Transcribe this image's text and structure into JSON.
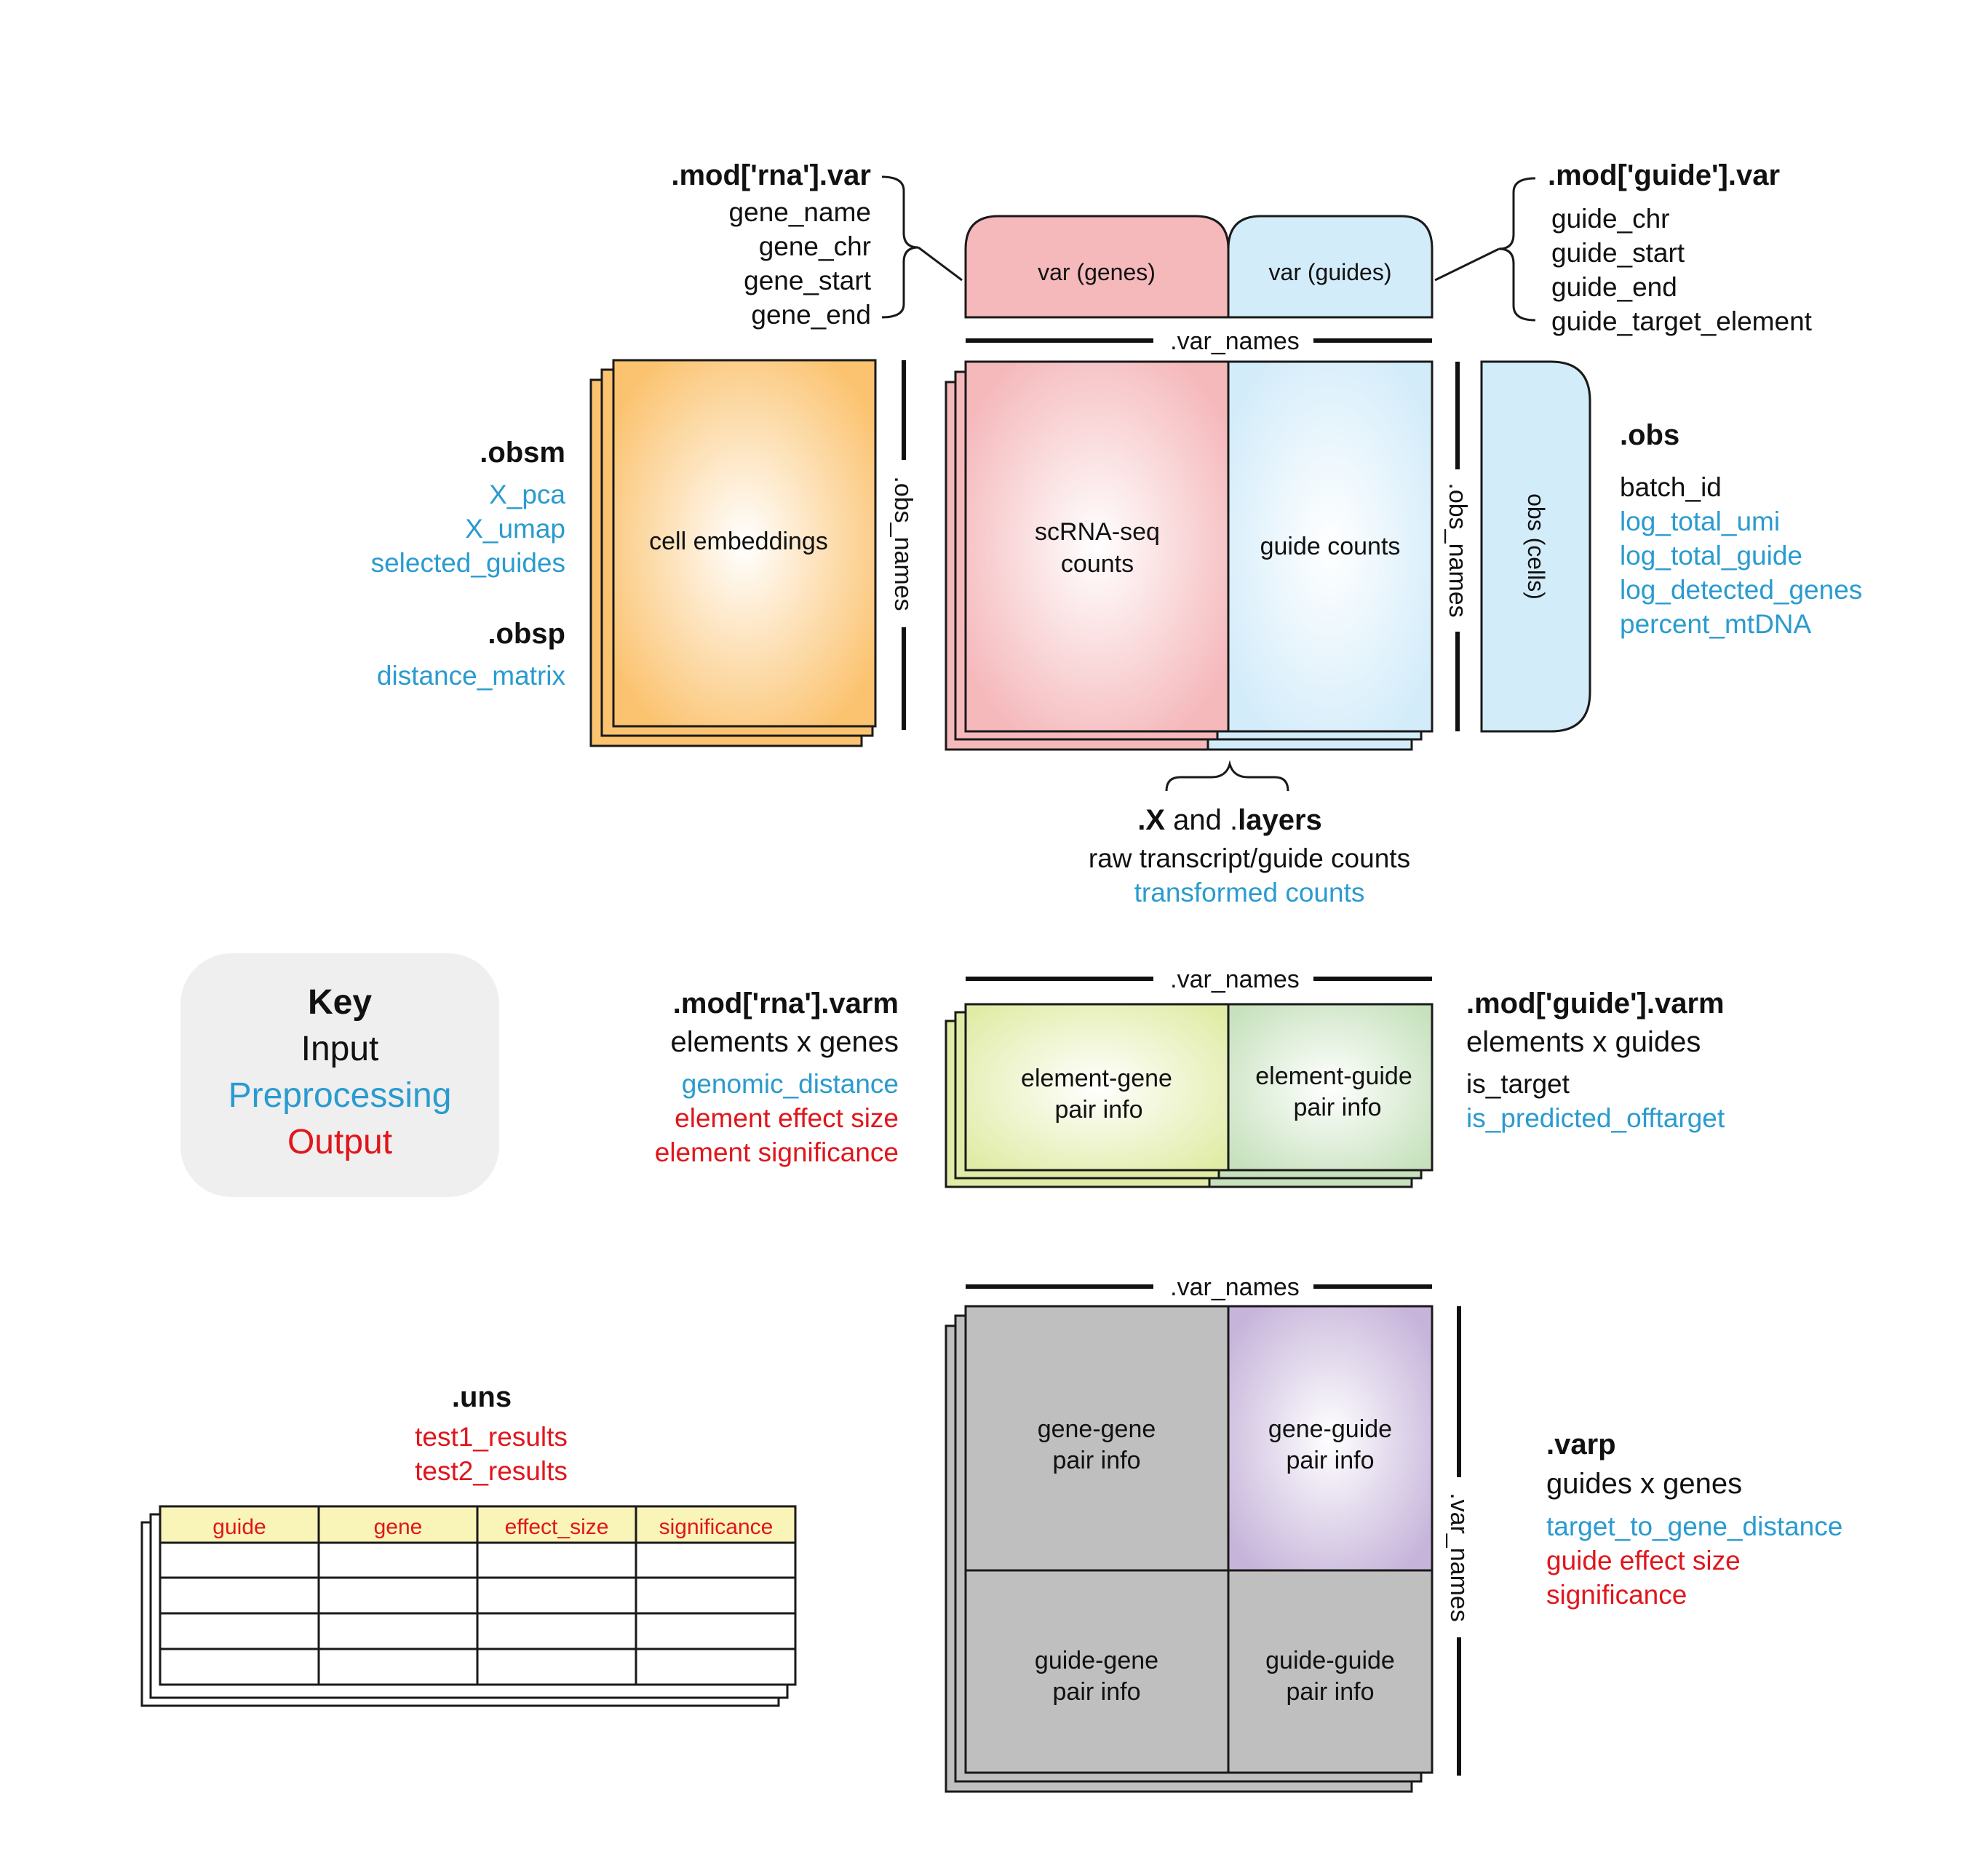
{
  "colors": {
    "input": "#111111",
    "preprocessing": "#2a9bcf",
    "output": "#e0161c",
    "rna": "#f5b8bb",
    "guide": "#d3ecfa",
    "embedding": "#fbc370",
    "element_gene": "#e0eca6",
    "element_guide": "#c6e1bc",
    "pair_gray": "#bfbfbf",
    "gene_guide_purple": "#c6b4da",
    "table_header": "#f9f4b8",
    "key_box": "#efefef"
  },
  "top": {
    "rna_var": {
      "title": ".mod['rna'].var",
      "items": [
        "gene_name",
        "gene_chr",
        "gene_start",
        "gene_end"
      ]
    },
    "guide_var": {
      "title": ".mod['guide'].var",
      "items": [
        "guide_chr",
        "guide_start",
        "guide_end",
        "guide_target_element"
      ]
    },
    "var_genes_label": "var (genes)",
    "var_guides_label": "var (guides)",
    "var_names_label": ".var_names",
    "obs_names_label": ".obs_names",
    "scrna_label_1": "scRNA-seq",
    "scrna_label_2": "counts",
    "guide_counts_label": "guide counts",
    "obs_cells_label": "obs (cells)",
    "cell_embeddings_label": "cell embeddings",
    "obsm": {
      "title": ".obsm",
      "items": [
        "X_pca",
        "X_umap",
        "selected_guides"
      ]
    },
    "obsp": {
      "title": ".obsp",
      "items": [
        "distance_matrix"
      ]
    },
    "obs": {
      "title": ".obs",
      "input_items": [
        "batch_id"
      ],
      "preprocessing_items": [
        "log_total_umi",
        "log_total_guide",
        "log_detected_genes",
        "percent_mtDNA"
      ]
    },
    "x_layers": {
      "x_part": ".X",
      "and_part": " and .",
      "layers_part": "layers",
      "input_items": [
        "raw transcript/guide counts"
      ],
      "preprocessing_items": [
        "transformed counts"
      ]
    }
  },
  "key": {
    "title": "Key",
    "input": "Input",
    "preprocessing": "Preprocessing",
    "output": "Output"
  },
  "varm": {
    "var_names_label": ".var_names",
    "rna": {
      "title": ".mod['rna'].varm",
      "subtitle": "elements x genes",
      "preprocessing_items": [
        "genomic_distance"
      ],
      "output_items": [
        "element effect size",
        "element significance"
      ]
    },
    "guide": {
      "title": ".mod['guide'].varm",
      "subtitle": "elements x guides",
      "input_items": [
        "is_target"
      ],
      "preprocessing_items": [
        "is_predicted_offtarget"
      ]
    },
    "element_gene_1": "element-gene",
    "element_gene_2": "pair info",
    "element_guide_1": "element-guide",
    "element_guide_2": "pair info"
  },
  "varp": {
    "var_names_top": ".var_names",
    "var_names_side": ".var_names",
    "title": ".varp",
    "subtitle": "guides x genes",
    "preprocessing_items": [
      "target_to_gene_distance"
    ],
    "output_items": [
      "guide effect size",
      "significance"
    ],
    "cells": {
      "gene_gene_1": "gene-gene",
      "gene_gene_2": "pair info",
      "gene_guide_1": "gene-guide",
      "gene_guide_2": "pair info",
      "guide_gene_1": "guide-gene",
      "guide_gene_2": "pair info",
      "guide_guide_1": "guide-guide",
      "guide_guide_2": "pair info"
    }
  },
  "uns": {
    "title": ".uns",
    "output_items": [
      "test1_results",
      "test2_results"
    ],
    "columns": [
      "guide",
      "gene",
      "effect_size",
      "significance"
    ]
  }
}
